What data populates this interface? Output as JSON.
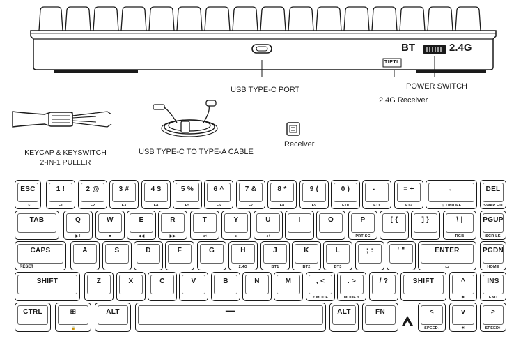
{
  "board": {
    "bt_label": "BT",
    "mode_label": "2.4G",
    "receiver_tag": "TIETI"
  },
  "callouts": {
    "usb_port": "USB TYPE-C PORT",
    "power_switch": "POWER SWITCH",
    "receiver_slot": "2.4G Receiver"
  },
  "accessories": {
    "puller": "KEYCAP & KEYSWITCH\n2-IN-1 PULLER",
    "cable": "USB TYPE-C TO TYPE-A CABLE",
    "receiver": "Receiver"
  },
  "rows": [
    [
      {
        "main": "ESC",
        "sub": "` ~"
      },
      {
        "main": "1 !",
        "sub": "F1"
      },
      {
        "main": "2 @",
        "sub": "F2"
      },
      {
        "main": "3 #",
        "sub": "F3"
      },
      {
        "main": "4 $",
        "sub": "F4"
      },
      {
        "main": "5 %",
        "sub": "F5"
      },
      {
        "main": "6 ^",
        "sub": "F6"
      },
      {
        "main": "7 &",
        "sub": "F7"
      },
      {
        "main": "8 *",
        "sub": "F8"
      },
      {
        "main": "9 (",
        "sub": "F9"
      },
      {
        "main": "0 )",
        "sub": "F10"
      },
      {
        "main": "- _",
        "sub": "F11"
      },
      {
        "main": "= +",
        "sub": "F12"
      },
      {
        "main": "←",
        "sub": "⊙ ON/OFF"
      },
      {
        "main": "DEL",
        "sub": "SWAP FTI"
      }
    ],
    [
      {
        "main": "TAB",
        "sub": ""
      },
      {
        "main": "Q",
        "sub": "▶‖"
      },
      {
        "main": "W",
        "sub": "■"
      },
      {
        "main": "E",
        "sub": "◀◀"
      },
      {
        "main": "R",
        "sub": "▶▶"
      },
      {
        "main": "T",
        "sub": "◂×"
      },
      {
        "main": "Y",
        "sub": "◂-"
      },
      {
        "main": "U",
        "sub": "◂+"
      },
      {
        "main": "I",
        "sub": ""
      },
      {
        "main": "O",
        "sub": ""
      },
      {
        "main": "P",
        "sub": "PRT SC"
      },
      {
        "main": "[ {",
        "sub": ""
      },
      {
        "main": "] }",
        "sub": ""
      },
      {
        "main": "\\ |",
        "sub": "RGB"
      },
      {
        "main": "PGUP",
        "sub": "SCR LK"
      }
    ],
    [
      {
        "main": "CAPS",
        "sub": "RESET"
      },
      {
        "main": "A",
        "sub": ""
      },
      {
        "main": "S",
        "sub": ""
      },
      {
        "main": "D",
        "sub": ""
      },
      {
        "main": "F",
        "sub": ""
      },
      {
        "main": "G",
        "sub": ""
      },
      {
        "main": "H",
        "sub": "2.4G"
      },
      {
        "main": "J",
        "sub": "BT1"
      },
      {
        "main": "K",
        "sub": "BT2"
      },
      {
        "main": "L",
        "sub": "BT3"
      },
      {
        "main": "; :",
        "sub": ""
      },
      {
        "main": "' \"",
        "sub": ""
      },
      {
        "main": "ENTER",
        "sub": "▭"
      },
      {
        "main": "PGDN",
        "sub": "HOME"
      }
    ],
    [
      {
        "main": "SHIFT",
        "sub": ""
      },
      {
        "main": "Z",
        "sub": ""
      },
      {
        "main": "X",
        "sub": ""
      },
      {
        "main": "C",
        "sub": ""
      },
      {
        "main": "V",
        "sub": ""
      },
      {
        "main": "B",
        "sub": ""
      },
      {
        "main": "N",
        "sub": ""
      },
      {
        "main": "M",
        "sub": ""
      },
      {
        "main": ", <",
        "sub": "< MODE"
      },
      {
        "main": ". >",
        "sub": "MODE >"
      },
      {
        "main": "/ ?",
        "sub": ""
      },
      {
        "main": "SHIFT",
        "sub": ""
      },
      {
        "main": "^",
        "sub": "☀"
      },
      {
        "main": "INS",
        "sub": "END"
      }
    ],
    [
      {
        "main": "CTRL",
        "sub": ""
      },
      {
        "main": "⊞",
        "sub": "🔒"
      },
      {
        "main": "ALT",
        "sub": ""
      },
      {
        "main": "—",
        "sub": ""
      },
      {
        "main": "ALT",
        "sub": ""
      },
      {
        "main": "FN",
        "sub": ""
      },
      {
        "main": "<",
        "sub": "SPEED-"
      },
      {
        "main": "v",
        "sub": "☀"
      },
      {
        "main": ">",
        "sub": "SPEED+"
      }
    ]
  ]
}
